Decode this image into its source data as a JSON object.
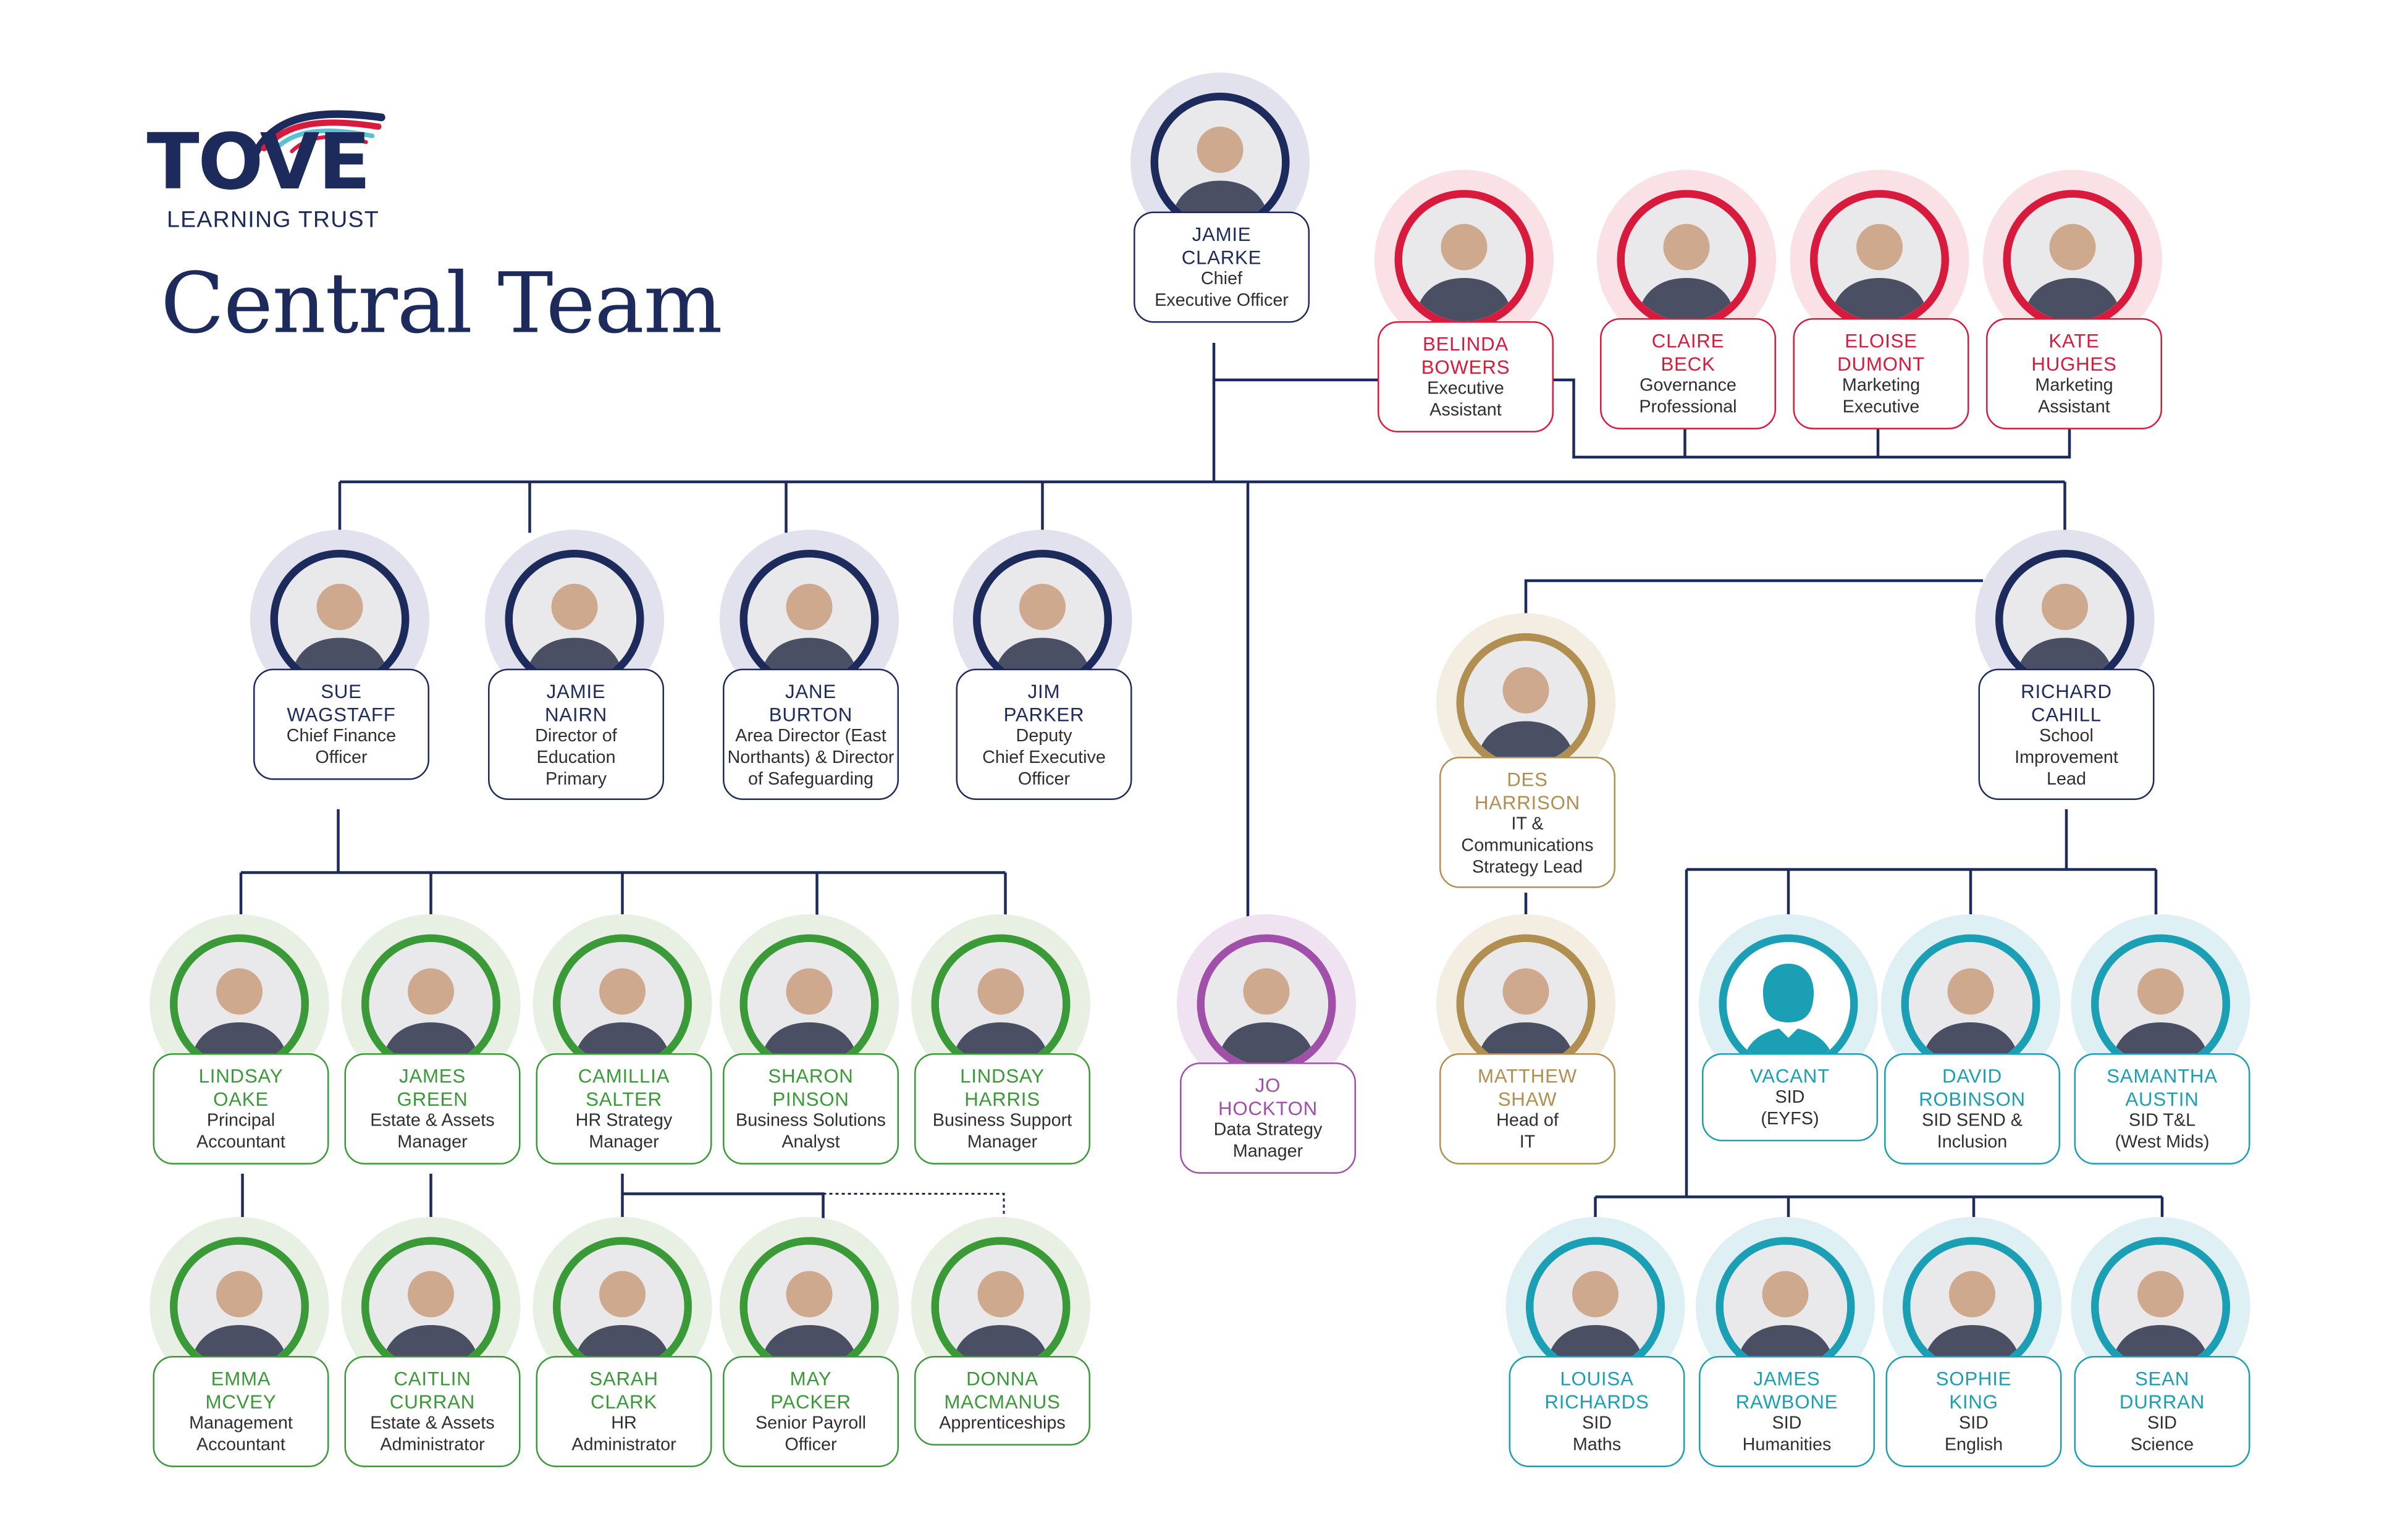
{
  "brand": {
    "name": "TOVE",
    "subtitle": "LEARNING TRUST",
    "arc_colors": [
      "#1d2b5c",
      "#d81a3c",
      "#5cc0d4"
    ]
  },
  "page": {
    "title": "Central Team"
  },
  "palette": {
    "navy": "#1d2b5c",
    "red": "#d81a3c",
    "green": "#3a9a37",
    "purple": "#a050a8",
    "gold": "#b08f51",
    "teal": "#1a9fb4"
  },
  "people": [
    {
      "id": "ceo",
      "first": "JAMIE",
      "last": "CLARKE",
      "role": [
        "Chief",
        "Executive Officer"
      ],
      "color": "navy",
      "reports_to": null
    },
    {
      "id": "belinda",
      "first": "BELINDA",
      "last": "BOWERS",
      "role": [
        "Executive",
        "Assistant"
      ],
      "color": "red",
      "reports_to": "ceo"
    },
    {
      "id": "claire",
      "first": "CLAIRE",
      "last": "BECK",
      "role": [
        "Governance",
        "Professional"
      ],
      "color": "red",
      "reports_to": "ceo"
    },
    {
      "id": "eloise",
      "first": "ELOISE",
      "last": "DUMONT",
      "role": [
        "Marketing",
        "Executive"
      ],
      "color": "red",
      "reports_to": "ceo"
    },
    {
      "id": "kate",
      "first": "KATE",
      "last": "HUGHES",
      "role": [
        "Marketing",
        "Assistant"
      ],
      "color": "red",
      "reports_to": "ceo"
    },
    {
      "id": "sue",
      "first": "SUE",
      "last": "WAGSTAFF",
      "role": [
        "Chief Finance",
        "Officer"
      ],
      "color": "navy",
      "reports_to": "ceo"
    },
    {
      "id": "jamien",
      "first": "JAMIE",
      "last": "NAIRN",
      "role": [
        "Director of",
        "Education",
        "Primary"
      ],
      "color": "navy",
      "reports_to": "ceo"
    },
    {
      "id": "jane",
      "first": "JANE",
      "last": "BURTON",
      "role": [
        "Area Director (East",
        "Northants) & Director",
        "of Safeguarding"
      ],
      "color": "navy",
      "reports_to": "ceo"
    },
    {
      "id": "jim",
      "first": "JIM",
      "last": "PARKER",
      "role": [
        "Deputy",
        "Chief Executive",
        "Officer"
      ],
      "color": "navy",
      "reports_to": "ceo"
    },
    {
      "id": "jo",
      "first": "JO",
      "last": "HOCKTON",
      "role": [
        "Data Strategy",
        "Manager"
      ],
      "color": "purple",
      "reports_to": "ceo"
    },
    {
      "id": "richard",
      "first": "RICHARD",
      "last": "CAHILL",
      "role": [
        "School",
        "Improvement",
        "Lead"
      ],
      "color": "navy",
      "reports_to": "ceo"
    },
    {
      "id": "des",
      "first": "DES",
      "last": "HARRISON",
      "role": [
        "IT &",
        "Communications",
        "Strategy Lead"
      ],
      "color": "gold",
      "reports_to": "richard"
    },
    {
      "id": "matthew",
      "first": "MATTHEW",
      "last": "SHAW",
      "role": [
        "Head of",
        "IT"
      ],
      "color": "gold",
      "reports_to": "des"
    },
    {
      "id": "lindsayo",
      "first": "LINDSAY",
      "last": "OAKE",
      "role": [
        "Principal",
        "Accountant"
      ],
      "color": "green",
      "reports_to": "sue"
    },
    {
      "id": "jamesg",
      "first": "JAMES",
      "last": "GREEN",
      "role": [
        "Estate & Assets",
        "Manager"
      ],
      "color": "green",
      "reports_to": "sue"
    },
    {
      "id": "camillia",
      "first": "CAMILLIA",
      "last": "SALTER",
      "role": [
        "HR Strategy",
        "Manager"
      ],
      "color": "green",
      "reports_to": "sue"
    },
    {
      "id": "sharon",
      "first": "SHARON",
      "last": "PINSON",
      "role": [
        "Business Solutions",
        "Analyst"
      ],
      "color": "green",
      "reports_to": "sue"
    },
    {
      "id": "lindsayh",
      "first": "LINDSAY",
      "last": "HARRIS",
      "role": [
        "Business Support",
        "Manager"
      ],
      "color": "green",
      "reports_to": "sue"
    },
    {
      "id": "emma",
      "first": "EMMA",
      "last": "MCVEY",
      "role": [
        "Management",
        "Accountant"
      ],
      "color": "green",
      "reports_to": "lindsayo"
    },
    {
      "id": "caitlin",
      "first": "CAITLIN",
      "last": "CURRAN",
      "role": [
        "Estate & Assets",
        "Administrator"
      ],
      "color": "green",
      "reports_to": "jamesg"
    },
    {
      "id": "sarah",
      "first": "SARAH",
      "last": "CLARK",
      "role": [
        "HR",
        "Administrator"
      ],
      "color": "green",
      "reports_to": "camillia"
    },
    {
      "id": "may",
      "first": "MAY",
      "last": "PACKER",
      "role": [
        "Senior Payroll",
        "Officer"
      ],
      "color": "green",
      "reports_to": "camillia"
    },
    {
      "id": "donna",
      "first": "DONNA",
      "last": "MACMANUS",
      "role": [
        "Apprenticeships"
      ],
      "color": "green",
      "reports_to": "camillia",
      "dotted_line": true
    },
    {
      "id": "vacant",
      "first": "VACANT",
      "last": "",
      "role": [
        "SID",
        "(EYFS)"
      ],
      "color": "teal",
      "reports_to": "richard",
      "placeholder": true
    },
    {
      "id": "david",
      "first": "DAVID",
      "last": "ROBINSON",
      "role": [
        "SID SEND &",
        "Inclusion"
      ],
      "color": "teal",
      "reports_to": "richard"
    },
    {
      "id": "samantha",
      "first": "SAMANTHA",
      "last": "AUSTIN",
      "role": [
        "SID T&L",
        "(West Mids)"
      ],
      "color": "teal",
      "reports_to": "richard"
    },
    {
      "id": "louisa",
      "first": "LOUISA",
      "last": "RICHARDS",
      "role": [
        "SID",
        "Maths"
      ],
      "color": "teal",
      "reports_to": "richard"
    },
    {
      "id": "jamesr",
      "first": "JAMES",
      "last": "RAWBONE",
      "role": [
        "SID",
        "Humanities"
      ],
      "color": "teal",
      "reports_to": "richard"
    },
    {
      "id": "sophie",
      "first": "SOPHIE",
      "last": "KING",
      "role": [
        "SID",
        "English"
      ],
      "color": "teal",
      "reports_to": "richard"
    },
    {
      "id": "sean",
      "first": "SEAN",
      "last": "DURRAN",
      "role": [
        "SID",
        "Science"
      ],
      "color": "teal",
      "reports_to": "richard"
    }
  ]
}
